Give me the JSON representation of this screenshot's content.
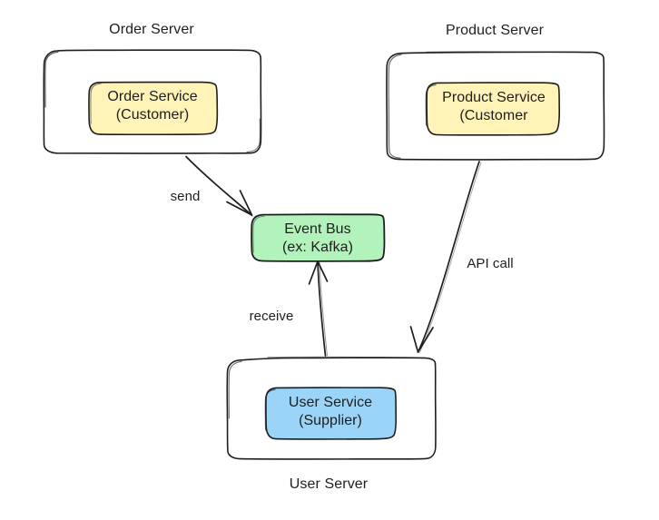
{
  "diagram": {
    "type": "architecture-flow",
    "style": "hand-drawn",
    "background": "#ffffff",
    "stroke_color": "#1e1e1e",
    "text_color": "#1e1e1e",
    "containers": [
      {
        "id": "order-server",
        "title": "Order Server",
        "title_position": "top",
        "fill": "transparent",
        "service": {
          "id": "order-service",
          "line1": "Order Service",
          "line2": "(Customer)",
          "fill": "#fff3b8",
          "stroke": "#1e1e1e"
        }
      },
      {
        "id": "product-server",
        "title": "Product Server",
        "title_position": "top",
        "fill": "transparent",
        "service": {
          "id": "product-service",
          "line1": "Product Service",
          "line2": "(Customer",
          "fill": "#fff3b8",
          "stroke": "#1e1e1e"
        }
      },
      {
        "id": "user-server",
        "title": "User Server",
        "title_position": "bottom",
        "fill": "transparent",
        "service": {
          "id": "user-service",
          "line1": "User Service",
          "line2": "(Supplier)",
          "fill": "#9bd4f7",
          "stroke": "#1e1e1e"
        }
      }
    ],
    "nodes": [
      {
        "id": "event-bus",
        "line1": "Event Bus",
        "line2": "(ex: Kafka)",
        "fill": "#b2f2bb",
        "stroke": "#1e1e1e"
      }
    ],
    "edges": [
      {
        "id": "edge-send",
        "label": "send",
        "from": "order-server",
        "to": "event-bus",
        "direction": "down-right"
      },
      {
        "id": "edge-receive",
        "label": "receive",
        "from": "user-server",
        "to": "event-bus",
        "direction": "up"
      },
      {
        "id": "edge-api-call",
        "label": "API call",
        "from": "product-server",
        "to": "user-server",
        "direction": "down-left"
      }
    ]
  }
}
